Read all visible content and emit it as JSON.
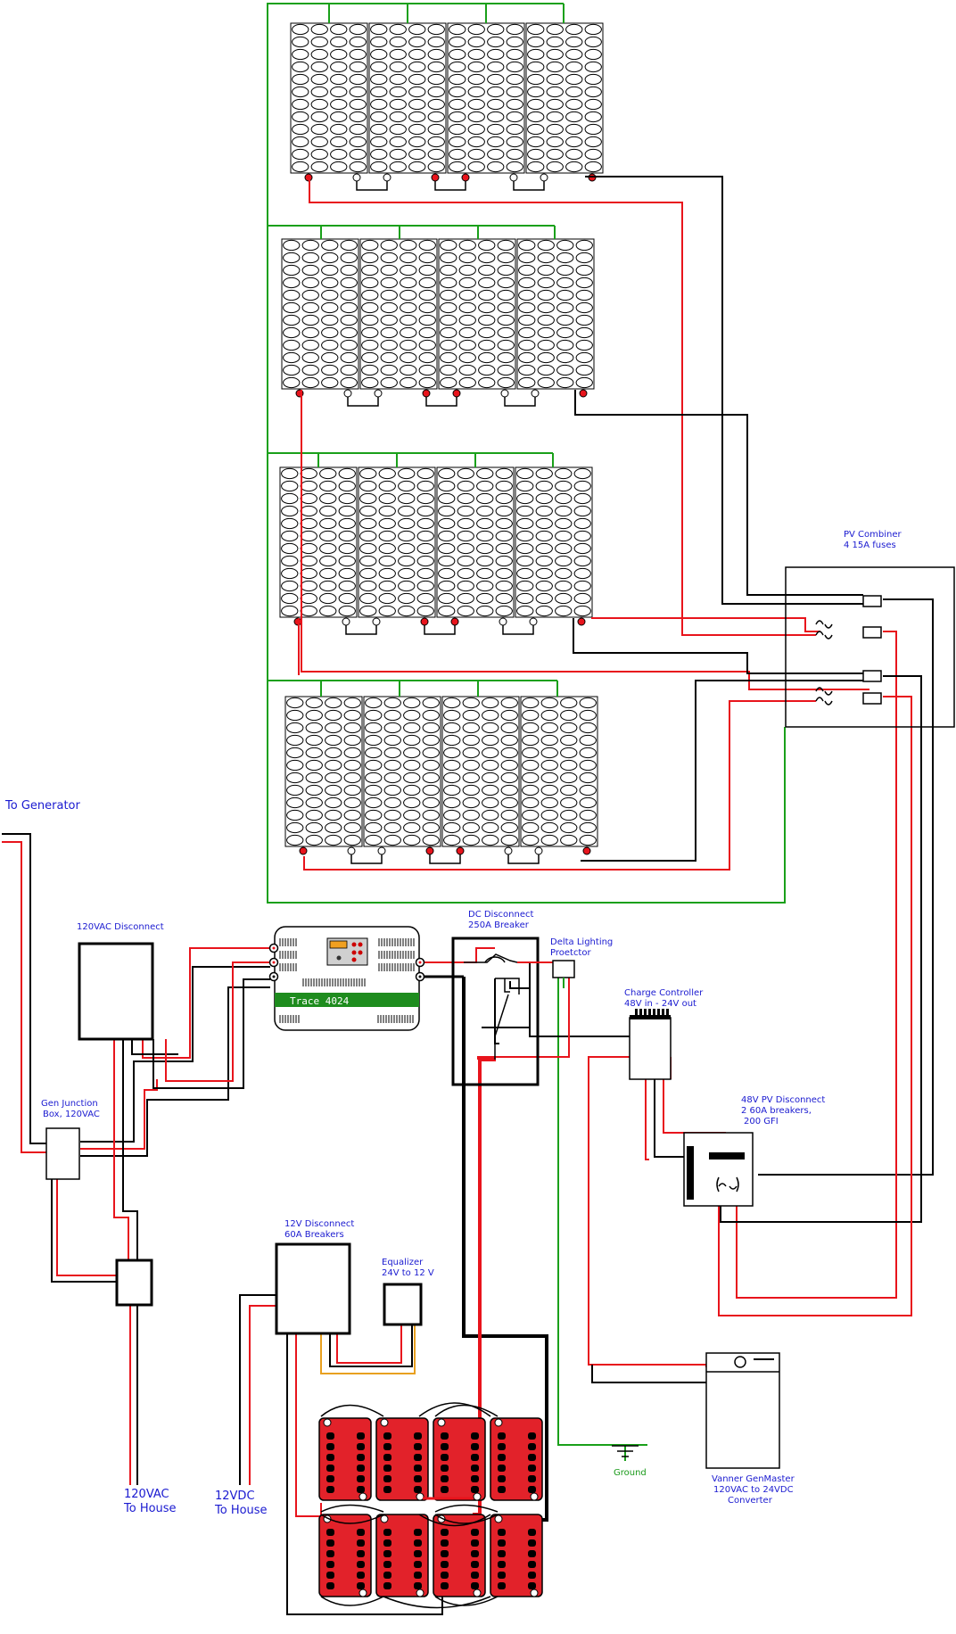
{
  "labels": {
    "pv_combiner": [
      "PV Combiner",
      "4 15A fuses"
    ],
    "to_generator": "To Generator",
    "vac_disconnect": "120VAC Disconnect",
    "dc_disconnect": [
      "DC Disconnect",
      "250A Breaker"
    ],
    "delta_lightning": [
      "Delta Lighting",
      "Proetctor"
    ],
    "charge_controller": [
      "Charge Controller",
      "48V in - 24V out"
    ],
    "pv_disconnect_48v": [
      "48V PV Disconnect",
      "2 60A breakers,",
      "200 GFI"
    ],
    "gen_junction": [
      "Gen Junction",
      "Box, 120VAC"
    ],
    "disconnect_12v": [
      "12V Disconnect",
      "60A Breakers"
    ],
    "equalizer": [
      "Equalizer",
      "24V to 12 V"
    ],
    "ground": "Ground",
    "vanner": [
      "Vanner GenMaster",
      "120VAC to 24VDC",
      "Converter"
    ],
    "vac_house": [
      "120VAC",
      "To House"
    ],
    "vdc_house": [
      "12VDC",
      "To House"
    ],
    "inverter_name": "Trace 4024"
  },
  "colors": {
    "wire_positive": "#e8141c",
    "wire_negative": "#000000",
    "wire_ground": "#1aa01a",
    "wire_aux": "#e8a020",
    "battery_fill": "#e2222a",
    "inverter_band": "#1e8c1e",
    "label_text": "#1a1ad0",
    "ground_text": "#1a9a1a"
  }
}
